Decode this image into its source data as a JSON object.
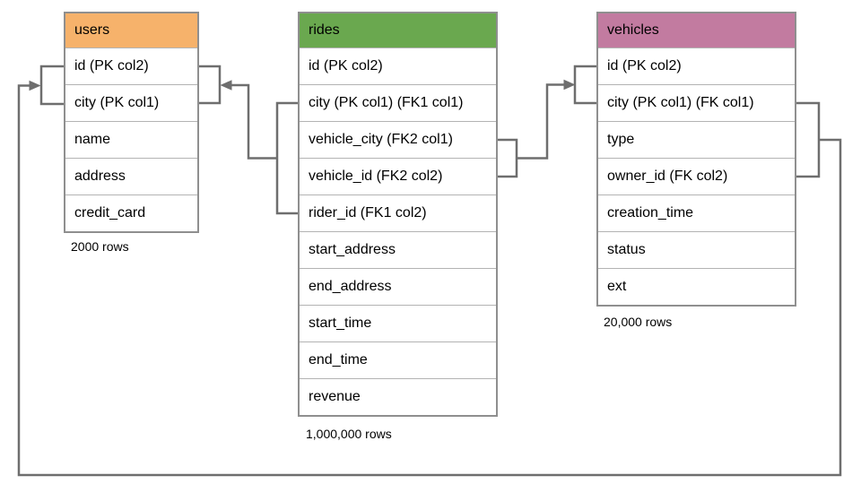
{
  "diagram": {
    "kind": "database-schema-er-diagram",
    "tables": [
      {
        "name": "users",
        "header_color": "#F6B26B",
        "columns": [
          "id (PK col2)",
          "city (PK col1)",
          "name",
          "address",
          "credit_card"
        ],
        "row_count": "2000 rows"
      },
      {
        "name": "rides",
        "header_color": "#6AA84F",
        "columns": [
          "id (PK col2)",
          "city (PK col1) (FK1 col1)",
          "vehicle_city (FK2 col1)",
          "vehicle_id (FK2 col2)",
          "rider_id (FK1 col2)",
          "start_address",
          "end_address",
          "start_time",
          "end_time",
          "revenue"
        ],
        "row_count": "1,000,000 rows"
      },
      {
        "name": "vehicles",
        "header_color": "#C27BA0",
        "columns": [
          "id (PK col2)",
          "city (PK col1) (FK col1)",
          "type",
          "owner_id (FK col2)",
          "creation_time",
          "status",
          "ext"
        ],
        "row_count": "20,000 rows"
      }
    ],
    "relationships": [
      {
        "name": "fk1-rides-to-users",
        "description": "rides (city FK1 col1, rider_id FK1 col2) -> users (city, id)"
      },
      {
        "name": "fk2-rides-to-vehicles",
        "description": "rides (vehicle_city FK2 col1, vehicle_id FK2 col2) -> vehicles (city, id)"
      },
      {
        "name": "fk-vehicles-to-users",
        "description": "vehicles (city FK col1, owner_id FK col2) -> users (city, id)"
      }
    ],
    "colors": {
      "users_header": "#F6B26B",
      "rides_header": "#6AA84F",
      "vehicles_header": "#C27BA0",
      "connector": "#6e6e6e",
      "table_border": "#8f8f8f",
      "row_divider": "#b3b3b3",
      "background": "#ffffff"
    }
  }
}
